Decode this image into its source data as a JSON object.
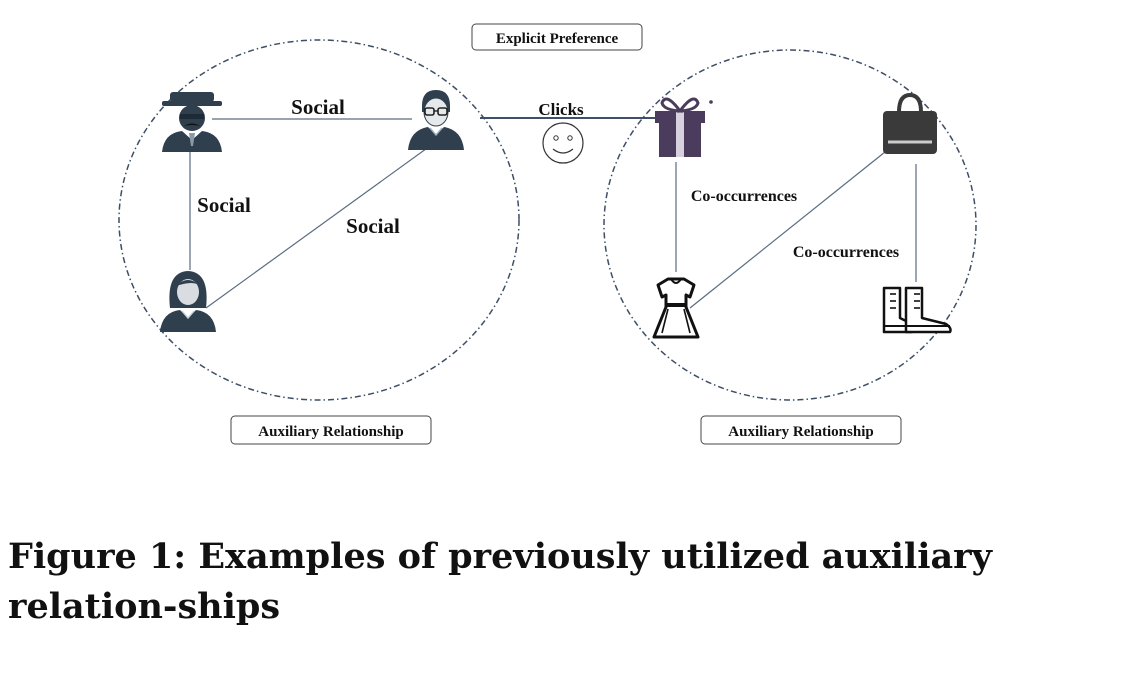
{
  "labels": {
    "explicit_preference": "Explicit Preference",
    "clicks": "Clicks",
    "auxiliary_left": "Auxiliary Relationship",
    "auxiliary_right": "Auxiliary Relationship",
    "social_top": "Social",
    "social_left": "Social",
    "social_diagonal": "Social",
    "cooccurrences_left": "Co-occurrences",
    "cooccurrences_right": "Co-occurrences"
  },
  "caption": {
    "text": "Figure 1: Examples of previously utilized auxiliary relation-ships"
  },
  "icons": {
    "user_spy": "spy-user-icon",
    "user_glasses": "glasses-user-icon",
    "user_woman": "woman-user-icon",
    "item_gift": "gift-icon",
    "item_bag": "shopping-bag-icon",
    "item_dress": "dress-icon",
    "item_boots": "boots-icon",
    "smiley": "smiley-face-icon"
  },
  "colors": {
    "user_icon": "#2f3f4d",
    "gift_icon": "#4b3b5c",
    "bag_icon": "#3a3a3a",
    "edge": "#5a6b82"
  }
}
